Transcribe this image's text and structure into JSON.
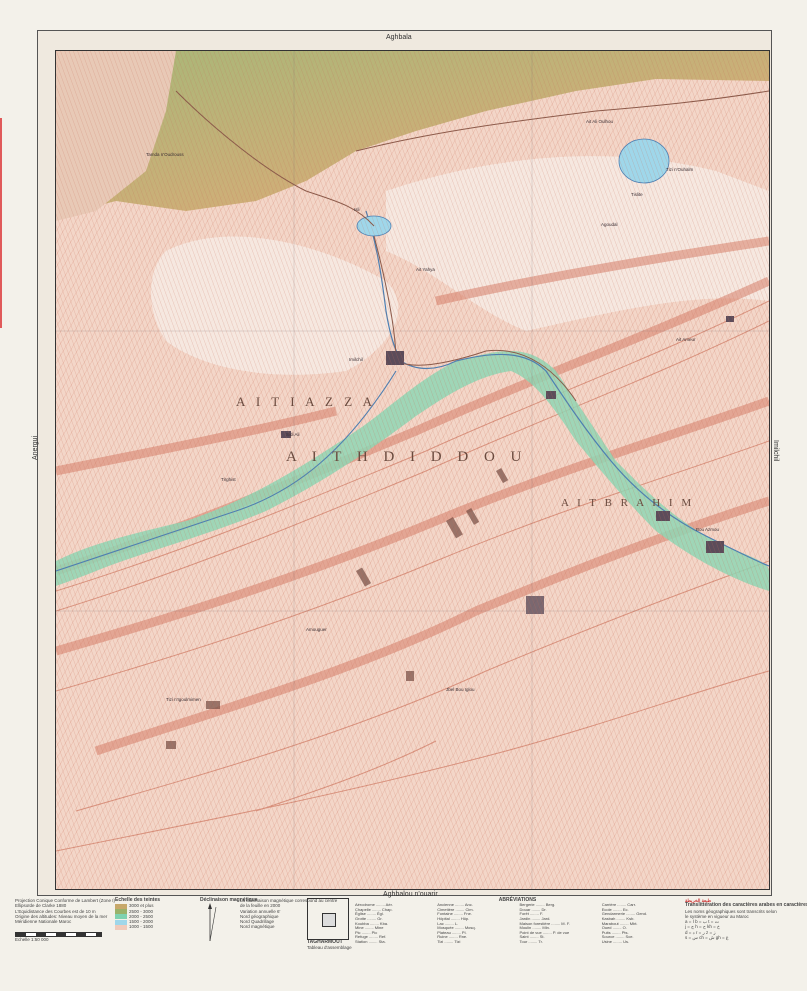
{
  "map": {
    "top_header": "Aghbala",
    "bottom_header": "Aghbalou n'ouarir",
    "left_side": "Anergui",
    "right_side": "Imilchil",
    "region_names": [
      "A I T   I A Z Z A",
      "A I T   H D I D D O U",
      "A I T   B R A H I M"
    ],
    "place_names": [
      "Tamda n'Oudrouss",
      "Agoudal",
      "Ait Ali Oulhou",
      "Tizi n'Ouhalm",
      "Ait Yahya",
      "Tislite",
      "Isli",
      "Imilchil",
      "Bou Azmou",
      "Sidi Ali",
      "Amouguer",
      "Tirghist",
      "Tizi n'Igoulmimen",
      "Jbel Bou Iglou",
      "Ait Ameur"
    ],
    "lake_names": [
      "Tislite",
      "Isli"
    ]
  },
  "legend": {
    "projection_lines": [
      "Projection Conique Conforme de Lambert (Zone I)",
      "Ellipsoïde de Clarke 1880",
      "L'Equidistance des Courbes est de 10 m",
      "Origine des altitudes: Niveau moyen de la mer",
      "Méridienne Nationale Maroc"
    ],
    "elevation_title": "Echelle des teintes",
    "elevation_bands": [
      "3000 et plus",
      "2500 - 3000",
      "2000 - 2500",
      "1500 - 2000",
      "1000 - 1500"
    ],
    "declination_title": "Déclinaison magnétique",
    "notes_lines": [
      "La déclinaison magnétique correspond au centre",
      "de la feuille en 2000",
      "Variation annuelle 6'",
      "Nord géographique",
      "Nord Quadrillage",
      "Nord magnétique"
    ],
    "index_title": "TAGHARMOUT",
    "index_caption": "Tableau d'assemblage",
    "abbrev_title": "ABRÉVIATIONS",
    "abbreviations": [
      [
        "Aérodrome",
        "Aér."
      ],
      [
        "Ancienne",
        "Anc."
      ],
      [
        "Bergerie",
        "Berg."
      ],
      [
        "Carrière",
        "Carr."
      ],
      [
        "Chapelle",
        "Chap."
      ],
      [
        "Cimetière",
        "Cim."
      ],
      [
        "Douar",
        "Dr."
      ],
      [
        "Ecole",
        "Ec."
      ],
      [
        "Église",
        "Égl."
      ],
      [
        "Fontaine",
        "Fne."
      ],
      [
        "Forêt",
        "F."
      ],
      [
        "Gendarmerie",
        "Gend."
      ],
      [
        "Grotte",
        "Gr."
      ],
      [
        "Hôpital",
        "Hôp."
      ],
      [
        "Jardin",
        "Jard."
      ],
      [
        "Kasbah",
        "Ksb."
      ],
      [
        "Koubba",
        "Kba."
      ],
      [
        "Lac",
        "L."
      ],
      [
        "Maison forestière",
        "M. F."
      ],
      [
        "Marabout",
        "Mbt."
      ],
      [
        "Mine",
        "Mine"
      ],
      [
        "Mosquée",
        "Mosq."
      ],
      [
        "Moulin",
        "Mln."
      ],
      [
        "Oued",
        "O."
      ],
      [
        "Pic",
        "Pic"
      ],
      [
        "Plateau",
        "Pl."
      ],
      [
        "Point de vue",
        "P. de vue"
      ],
      [
        "Puits",
        "Pts."
      ],
      [
        "Refuge",
        "Ref."
      ],
      [
        "Ruine",
        "Rne."
      ],
      [
        "Saint",
        "St."
      ],
      [
        "Source",
        "Sce."
      ],
      [
        "Station",
        "Sta."
      ],
      [
        "Tizi",
        "Tizi"
      ],
      [
        "Tour",
        "Tr."
      ],
      [
        "Usine",
        "Us."
      ]
    ],
    "right_title": "Translittération des caractères arabes en caractères latins",
    "right_lines": [
      "Les noms géographiques sont transcrits selon",
      "le système en vigueur au Maroc",
      "a = ا  b = ب  t = ت",
      "j = ج  h = ح  kh = خ",
      "d = د  r = ر  z = ز",
      "s = س  ch = ش  gh = غ"
    ],
    "arabic_title": "طبعة الخريطة",
    "bottom_scale": "Echelle 1:50 000"
  },
  "colors": {
    "relief_high": "#c7a86a",
    "relief_green": "#9ab26a",
    "relief_pink": "#f0cbbb",
    "valley": "#7fd2b0",
    "water": "#9fd7ea",
    "contour": "#d98f7a",
    "road": "#8a5a4a"
  }
}
